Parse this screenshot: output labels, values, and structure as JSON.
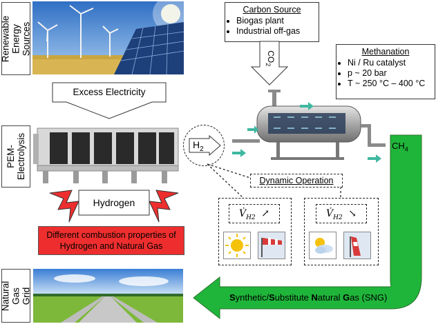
{
  "labels": {
    "renewable": "Renewable Energy Sources",
    "pem": "PEM- Electrolysis",
    "gas_grid": "Natural Gas Grid"
  },
  "arrows": {
    "excess": "Excess Electricity",
    "hydrogen": "Hydrogen",
    "h2": "H",
    "h2_sub": "2",
    "co2": "CO",
    "co2_sub": "2",
    "ch4": "CH",
    "ch4_sub": "4"
  },
  "combustion": {
    "line1": "Different combustion properties of",
    "line2": "Hydrogen and Natural Gas"
  },
  "carbon_source": {
    "title": "Carbon Source",
    "items": [
      "Biogas plant",
      "Industrial off-gas"
    ]
  },
  "methanation": {
    "title": "Methanation",
    "items": [
      "Ni / Ru catalyst",
      "p ~ 20 bar",
      "T ~ 250 °C – 400 °C"
    ]
  },
  "dynamic": {
    "title": "Dynamic Operation",
    "up_sym": "V̇",
    "up_sub": "H2",
    "up_arrow": "↗",
    "down_sym": "V̇",
    "down_sub": "H2",
    "down_arrow": "↘"
  },
  "sng": {
    "s1": "S",
    "t1": "ynthetic/",
    "s2": "S",
    "t2": "ubstitute ",
    "s3": "N",
    "t3": "atural ",
    "s4": "G",
    "t4": "as (SNG)"
  },
  "colors": {
    "green": "#1fb53a",
    "red": "#ee2e2e",
    "sky": "#5c93d6"
  }
}
